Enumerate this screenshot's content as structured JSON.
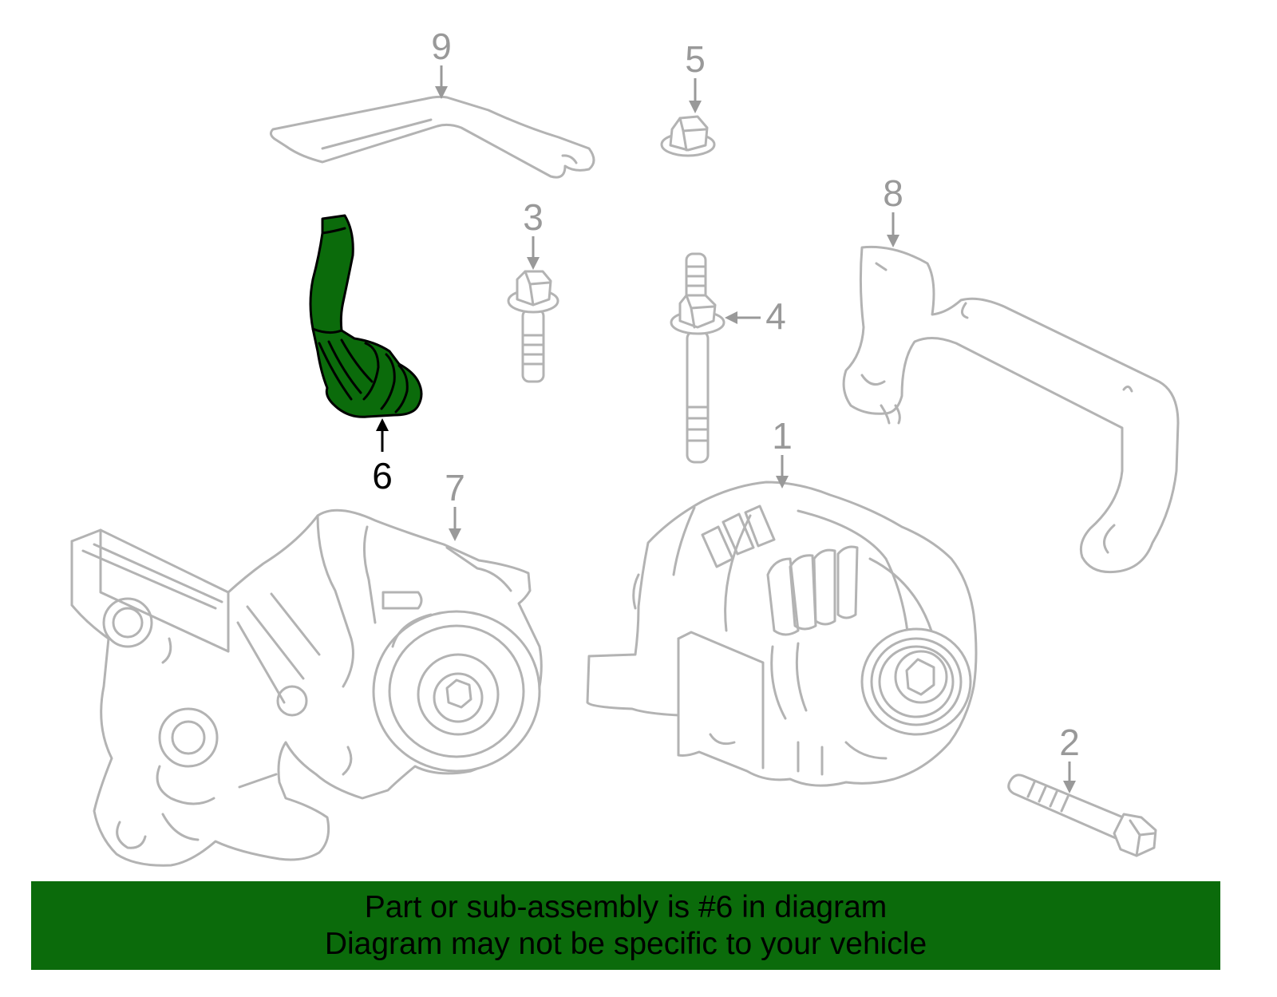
{
  "callouts": {
    "c1": "1",
    "c2": "2",
    "c3": "3",
    "c4": "4",
    "c5": "5",
    "c6": "6",
    "c7": "7",
    "c8": "8",
    "c9": "9"
  },
  "highlighted_part": "6",
  "colors": {
    "highlight_fill": "#0b6b0b",
    "banner_background": "#0b6b0b",
    "line_art": "#b3b3b3",
    "callout_text": "#999999",
    "highlight_outline": "#000000"
  },
  "banner": {
    "line1": "Part or sub-assembly is #6 in diagram",
    "line2": "Diagram may not be specific to your vehicle"
  }
}
